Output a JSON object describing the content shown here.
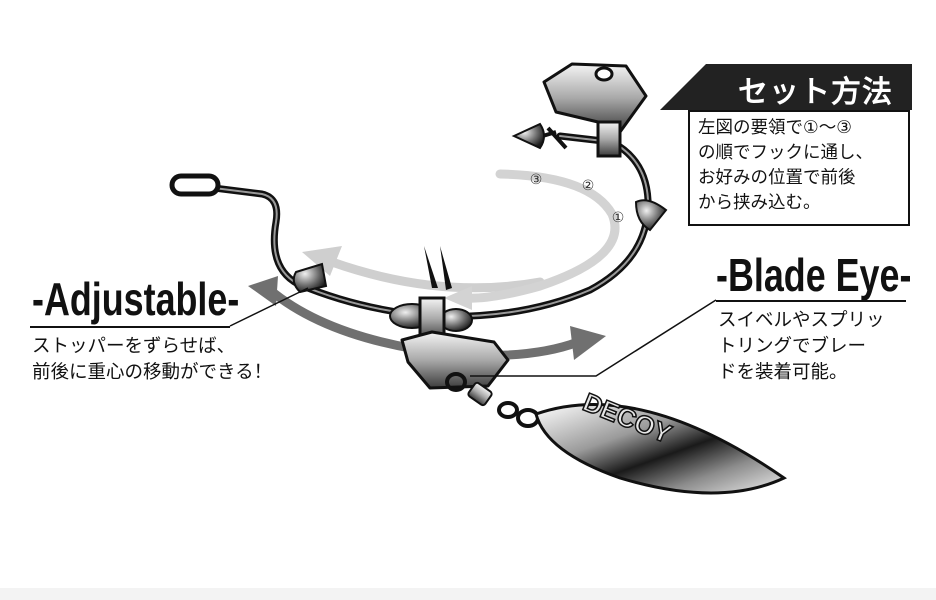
{
  "adjustable": {
    "title": "-Adjustable-",
    "lines": [
      "ストッパーをずらせば、",
      "前後に重心の移動ができる！"
    ]
  },
  "blade_eye": {
    "title": "-Blade Eye-",
    "lines": [
      "スイベルやスプリッ",
      "トリングでブレー",
      "ドを装着可能。"
    ]
  },
  "set_method": {
    "title": "セット方法",
    "lines": [
      "左図の要領で①～③",
      "の順でフックに通し、",
      "お好みの位置で前後",
      "から挟み込む。"
    ]
  },
  "steps": [
    "③",
    "②",
    "①"
  ],
  "blade_logo": "DECOY",
  "colors": {
    "outline": "#111111",
    "arrow_dark": "#6f6f6f",
    "arrow_light": "#c9c9c9",
    "header_bg": "#222222"
  }
}
